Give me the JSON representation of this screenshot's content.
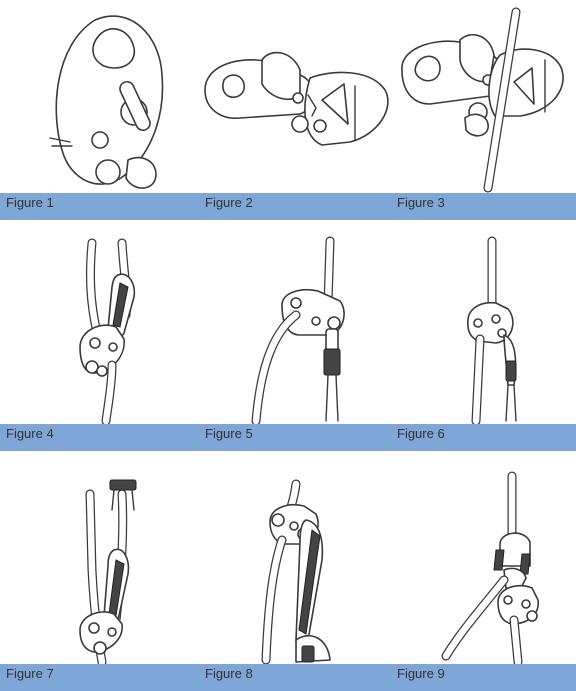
{
  "figures": {
    "row1": [
      "Figure 1",
      "Figure 2",
      "Figure 3"
    ],
    "row2": [
      "Figure 4",
      "Figure 5",
      "Figure 6"
    ],
    "row3": [
      "Figure 7",
      "Figure 8",
      "Figure 9"
    ]
  },
  "colors": {
    "caption_bar": "#7ea6d6",
    "line_art": "#3a3a3a"
  }
}
